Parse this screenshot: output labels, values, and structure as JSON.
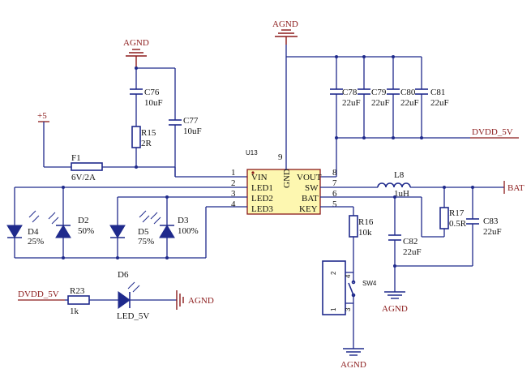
{
  "ic": {
    "ref": "U13",
    "pins_left": [
      {
        "num": "1",
        "name": "VIN"
      },
      {
        "num": "2",
        "name": "LED1"
      },
      {
        "num": "3",
        "name": "LED2"
      },
      {
        "num": "4",
        "name": "LED3"
      }
    ],
    "pins_right": [
      {
        "num": "8",
        "name": "VOUT"
      },
      {
        "num": "7",
        "name": "SW"
      },
      {
        "num": "6",
        "name": "BAT"
      },
      {
        "num": "5",
        "name": "KEY"
      }
    ],
    "gnd_pin": {
      "num": "9",
      "name": "GND"
    }
  },
  "power": {
    "agnd": "AGND",
    "vplus": "+5",
    "dvdd": "DVDD_5V",
    "bat": "BAT"
  },
  "components": {
    "F1": {
      "ref": "F1",
      "value": "6V/2A"
    },
    "C76": {
      "ref": "C76",
      "value": "10uF"
    },
    "C77": {
      "ref": "C77",
      "value": "10uF"
    },
    "R15": {
      "ref": "R15",
      "value": "2R"
    },
    "C78": {
      "ref": "C78",
      "value": "22uF"
    },
    "C79": {
      "ref": "C79",
      "value": "22uF"
    },
    "C80": {
      "ref": "C80",
      "value": "22uF"
    },
    "C81": {
      "ref": "C81",
      "value": "22uF"
    },
    "L8": {
      "ref": "L8",
      "value": "1uH"
    },
    "R17": {
      "ref": "R17",
      "value": "0.5R"
    },
    "C83": {
      "ref": "C83",
      "value": "22uF"
    },
    "C82": {
      "ref": "C82",
      "value": "22uF"
    },
    "R16": {
      "ref": "R16",
      "value": "10k"
    },
    "SW4": {
      "ref": "SW4",
      "pins": [
        "2",
        "4",
        "1",
        "3"
      ]
    },
    "D2": {
      "ref": "D2",
      "value": "50%"
    },
    "D3": {
      "ref": "D3",
      "value": "100%"
    },
    "D4": {
      "ref": "D4",
      "value": "25%"
    },
    "D5": {
      "ref": "D5",
      "value": "75%"
    },
    "D6": {
      "ref": "D6",
      "value": "LED_5V"
    },
    "R23": {
      "ref": "R23",
      "value": "1k"
    }
  },
  "colors": {
    "wire": "#1f2a8c",
    "power_symbol": "#8b1a1a",
    "ic_fill": "#fdf7b0",
    "background": "#ffffff"
  }
}
